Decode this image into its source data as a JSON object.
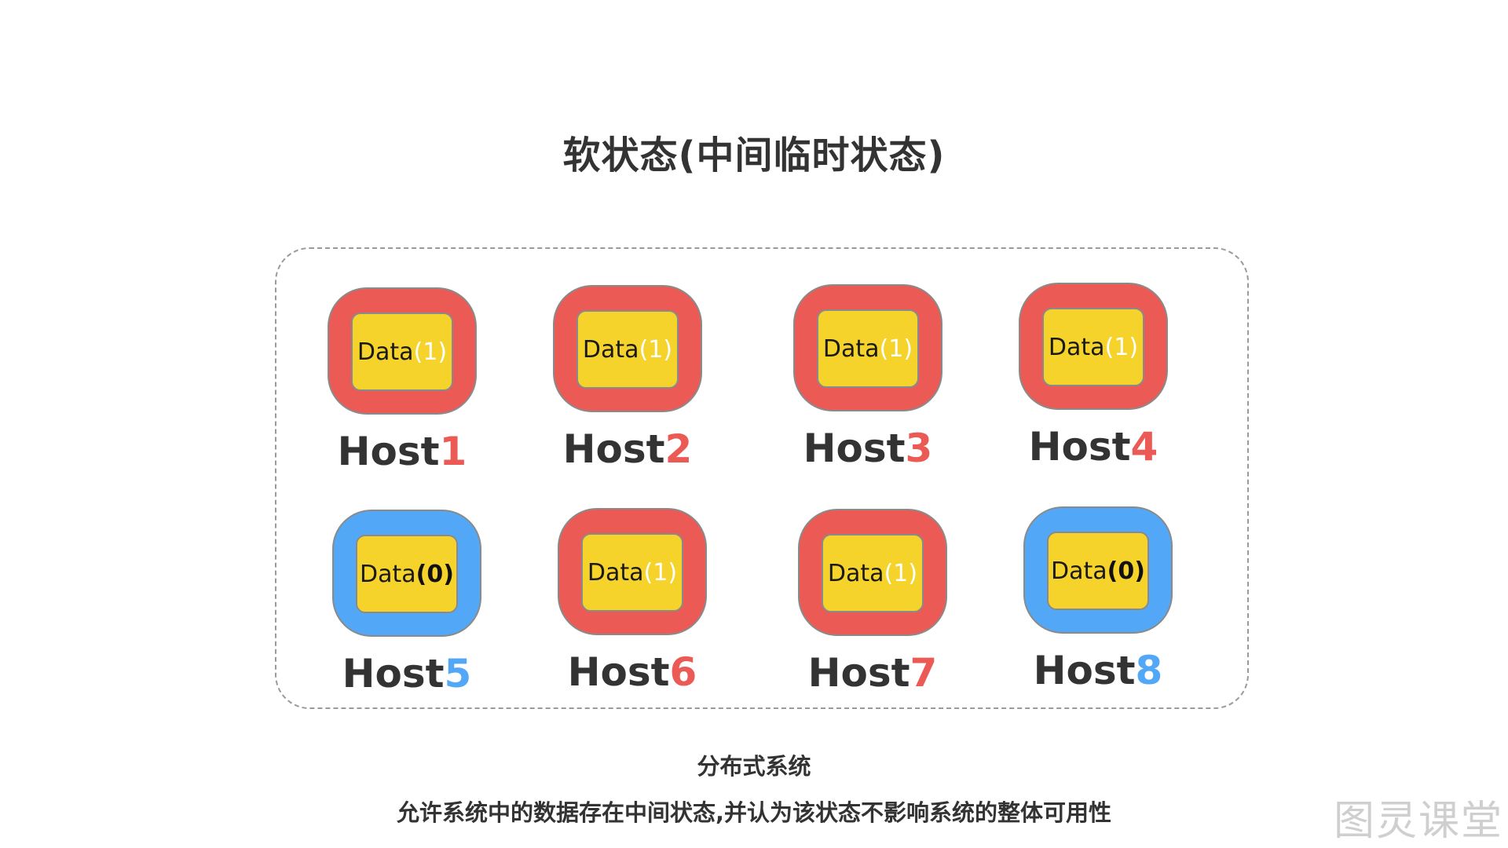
{
  "title": "软状态(中间临时状态)",
  "colors": {
    "red": "#EB5A55",
    "blue": "#52A8F7",
    "yellow": "#F6D32A",
    "text": "#333333"
  },
  "hosts": [
    {
      "name": "Host",
      "number": "1",
      "data_label": "Data",
      "data_value": "(1)",
      "state": "red"
    },
    {
      "name": "Host",
      "number": "2",
      "data_label": "Data",
      "data_value": "(1)",
      "state": "red"
    },
    {
      "name": "Host",
      "number": "3",
      "data_label": "Data",
      "data_value": "(1)",
      "state": "red"
    },
    {
      "name": "Host",
      "number": "4",
      "data_label": "Data",
      "data_value": "(1)",
      "state": "red"
    },
    {
      "name": "Host",
      "number": "5",
      "data_label": "Data",
      "data_value": "(0)",
      "state": "blue"
    },
    {
      "name": "Host",
      "number": "6",
      "data_label": "Data",
      "data_value": "(1)",
      "state": "red"
    },
    {
      "name": "Host",
      "number": "7",
      "data_label": "Data",
      "data_value": "(1)",
      "state": "red"
    },
    {
      "name": "Host",
      "number": "8",
      "data_label": "Data",
      "data_value": "(0)",
      "state": "blue"
    }
  ],
  "caption": {
    "line1": "分布式系统",
    "line2": "允许系统中的数据存在中间状态,并认为该状态不影响系统的整体可用性"
  },
  "watermark": "图灵课堂"
}
